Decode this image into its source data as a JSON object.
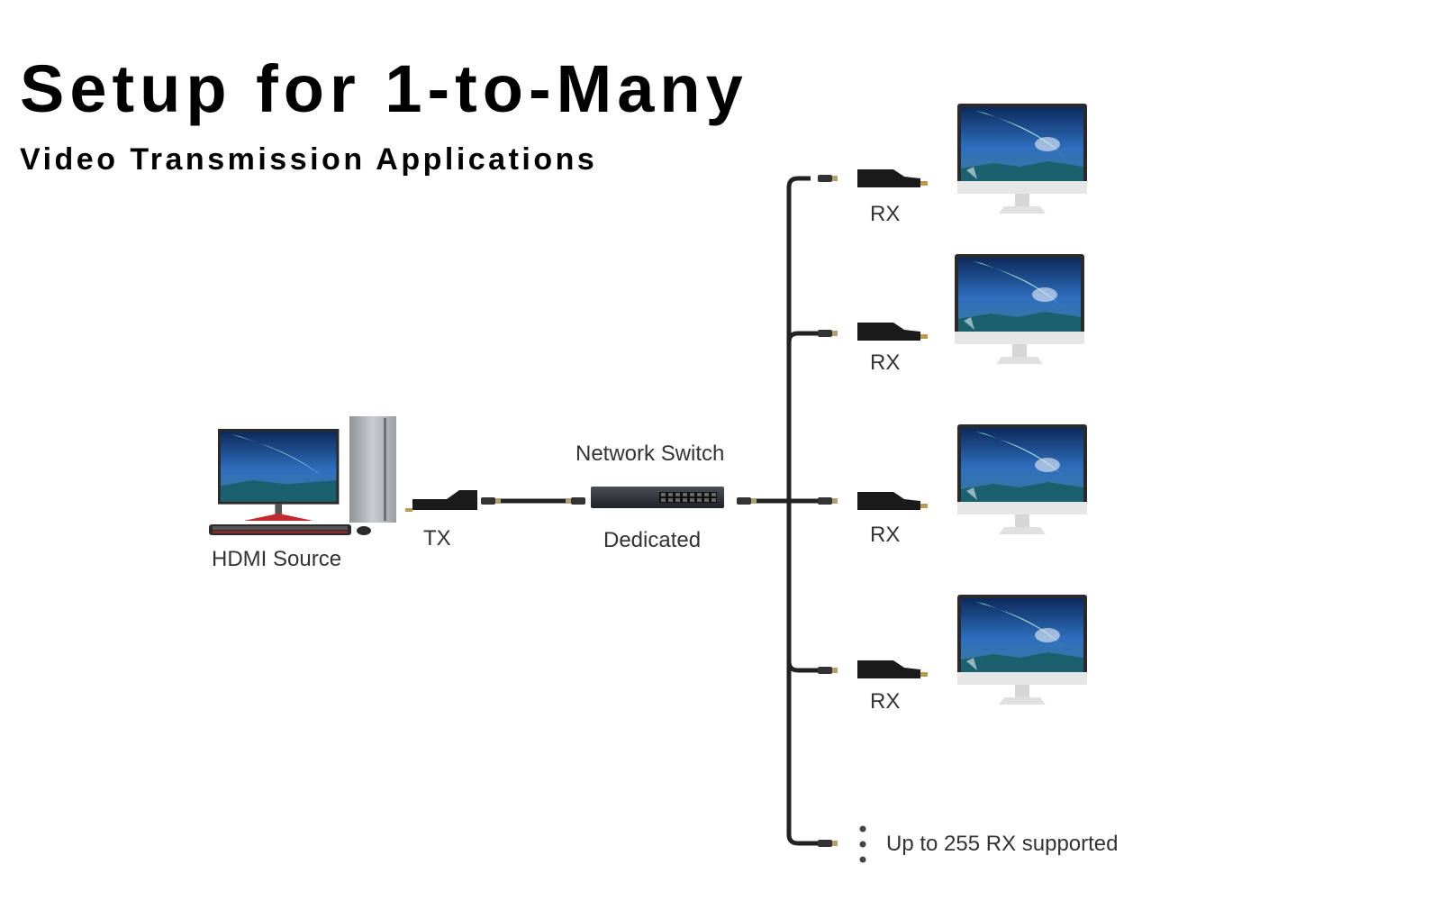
{
  "header": {
    "title": "Setup for 1-to-Many",
    "subtitle": "Video Transmission Applications"
  },
  "source": {
    "label": "HDMI Source"
  },
  "transmitter": {
    "label": "TX"
  },
  "switch": {
    "label_top": "Network Switch",
    "label_bottom": "Dedicated"
  },
  "receivers": [
    {
      "label": "RX"
    },
    {
      "label": "RX"
    },
    {
      "label": "RX"
    },
    {
      "label": "RX"
    }
  ],
  "more_note": "Up to 255 RX supported",
  "colors": {
    "cable": "#222222",
    "device": "#1a1a1a",
    "monitor_frame": "#2a2a2a",
    "monitor_stand": "#dcdcdc",
    "screen_sky": "#1f4c8f",
    "aurora": "#3fd1c4"
  }
}
